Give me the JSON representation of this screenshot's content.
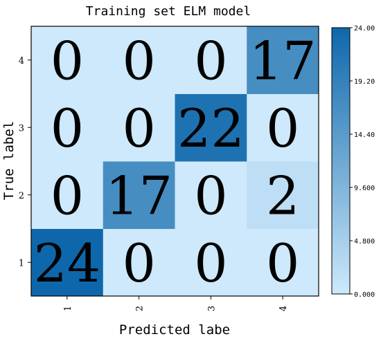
{
  "chart_data": {
    "type": "heatmap",
    "title": "Training set ELM model",
    "xlabel": "Predicted labe",
    "ylabel": "True label",
    "x_categories": [
      "1",
      "2",
      "3",
      "4"
    ],
    "y_categories": [
      "1",
      "2",
      "3",
      "4"
    ],
    "matrix": [
      [
        24,
        0,
        0,
        0
      ],
      [
        0,
        17,
        0,
        2
      ],
      [
        0,
        0,
        22,
        0
      ],
      [
        0,
        0,
        0,
        17
      ]
    ],
    "matrix_row_order": "true label 1 to 4 (bottom to top)",
    "colorbar": {
      "min": 0,
      "max": 24,
      "ticks": [
        "0.000",
        "4.800",
        "9.600",
        "14.40",
        "19.20",
        "24.00"
      ],
      "colors": [
        "#cde9fb",
        "#0e67ab"
      ]
    },
    "grid": false
  }
}
